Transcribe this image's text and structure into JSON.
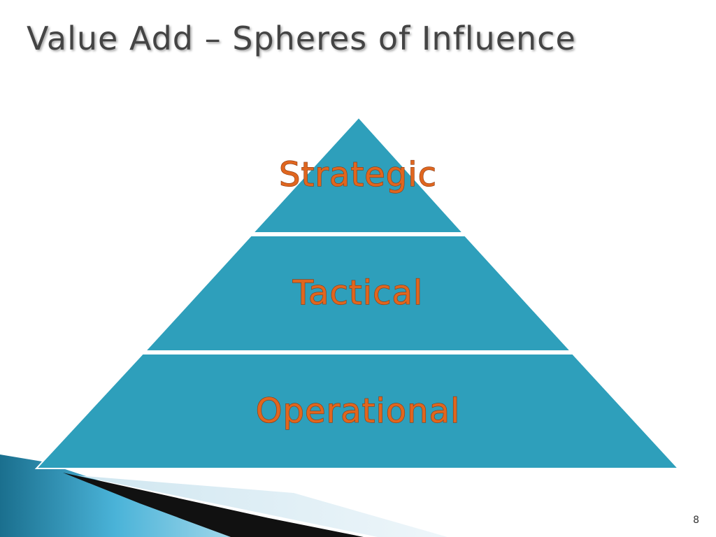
{
  "slide": {
    "title": "Value Add – Spheres of Influence",
    "number": "8"
  },
  "pyramid": {
    "tiers": [
      {
        "label": "Strategic"
      },
      {
        "label": "Tactical"
      },
      {
        "label": "Operational"
      }
    ],
    "fill_color": "#2e9fbb",
    "label_color": "#e0661f"
  }
}
